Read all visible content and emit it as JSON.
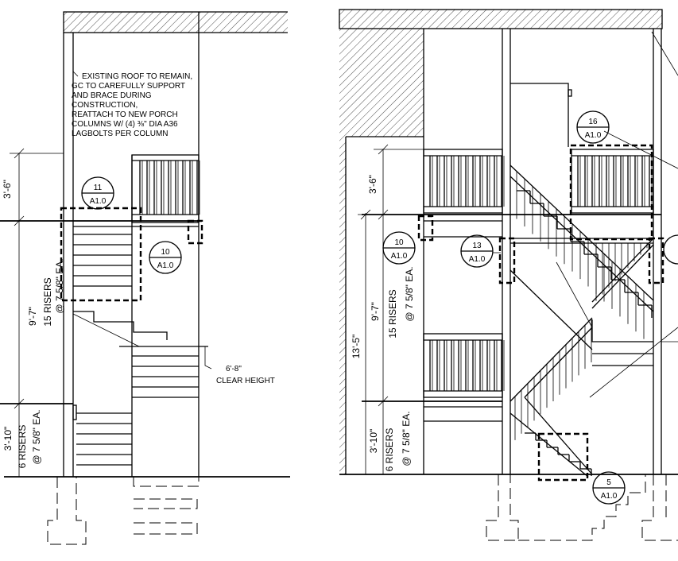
{
  "roof_note": {
    "lines": [
      "EXISTING ROOF TO REMAIN,",
      "GC TO CAREFULLY SUPPORT",
      "AND BRACE DURING",
      "CONSTRUCTION,",
      "REATTACH TO NEW PORCH",
      "COLUMNS W/ (4) ⅜\" DIA A36",
      "LAGBOLTS PER COLUMN"
    ]
  },
  "clear_height": {
    "value": "6'-8\"",
    "label": "CLEAR HEIGHT"
  },
  "left_dims": {
    "top": "3'-6\"",
    "middle": "9'-7\"",
    "middle_risers": "15 RISERS",
    "middle_spacing": "@ 7 5/8\" EA.",
    "bottom": "3'-10\"",
    "bottom_risers": "6 RISERS",
    "bottom_spacing": "@ 7 5/8\" EA."
  },
  "right_dims": {
    "top": "3'-6\"",
    "overall": "13'-5\"",
    "middle": "9'-7\"",
    "middle_risers": "15 RISERS",
    "middle_spacing": "@ 7 5/8\" EA.",
    "bottom": "3'-10\"",
    "bottom_risers": "6 RISERS",
    "bottom_spacing": "@ 7 5/8\" EA."
  },
  "detail_tags": [
    {
      "num": "11",
      "sheet": "A1.0"
    },
    {
      "num": "10",
      "sheet": "A1.0"
    },
    {
      "num": "16",
      "sheet": "A1.0"
    },
    {
      "num": "10",
      "sheet": "A1.0"
    },
    {
      "num": "13",
      "sheet": "A1.0"
    },
    {
      "num": "5",
      "sheet": "A1.0"
    }
  ]
}
